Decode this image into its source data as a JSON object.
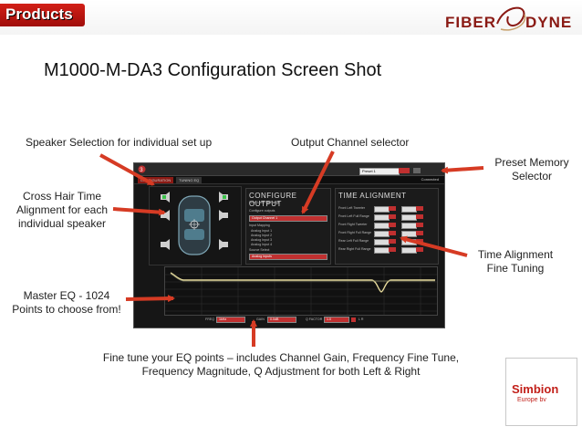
{
  "header": {
    "title": "Products"
  },
  "slide": {
    "title": "M1000-M-DA3 Configuration Screen Shot"
  },
  "logo": {
    "text": "FIBERDYNE"
  },
  "callouts": {
    "speaker_selection": "Speaker Selection for individual set up",
    "output_channel": "Output Channel selector",
    "preset_memory_l1": "Preset Memory",
    "preset_memory_l2": "Selector",
    "crosshair_l1": "Cross Hair Time",
    "crosshair_l2": "Alignment for each",
    "crosshair_l3": "individual speaker",
    "time_alignment_l1": "Time Alignment",
    "time_alignment_l2": "Fine Tuning",
    "master_eq_l1": "Master EQ - 1024",
    "master_eq_l2": "Points to choose from!",
    "finetune_l1": "Fine tune your EQ points – includes Channel Gain, Frequency Fine Tune,",
    "finetune_l2": "Frequency Magnitude, Q Adjustment for both Left & Right"
  },
  "simbion": {
    "name": "Simbion",
    "sub": "Europe bv"
  },
  "app": {
    "tabs": [
      "CONFIGURATION",
      "TUNING EQ"
    ],
    "connected": "Connected",
    "preset": "Preset 1",
    "configure_title": "CONFIGURE OUTPUT",
    "configure_sub": "Front Left Full Range",
    "configure_outputs_label": "Configure outputs",
    "output_channel_value": "Output Channel 1",
    "input_mapping_label": "Input Mapping",
    "inputs": [
      "Analog Input 1",
      "Analog Input 2",
      "Analog Input 3",
      "Analog Input 4"
    ],
    "source_select_label": "Source Select",
    "source_select_value": "Analog Inputs",
    "time_alignment_title": "TIME ALIGNMENT",
    "ta_rows": [
      "Front Left Tweeter",
      "Front Left Full Range",
      "Front Right Tweeter",
      "Front Right Full Range",
      "Rear Left Full Range",
      "Rear Right Full Range"
    ],
    "eq_labels": [
      "FREQ",
      "GAIN",
      "Q FACTOR",
      "L R"
    ],
    "eq_values": [
      "1kHz",
      "0.0dB",
      "1.0"
    ]
  },
  "colors": {
    "accent_red": "#cc2a1f",
    "arrow_red": "#d63b24",
    "screen_bg": "#161616",
    "eq_curve": "#e8dc9c"
  }
}
